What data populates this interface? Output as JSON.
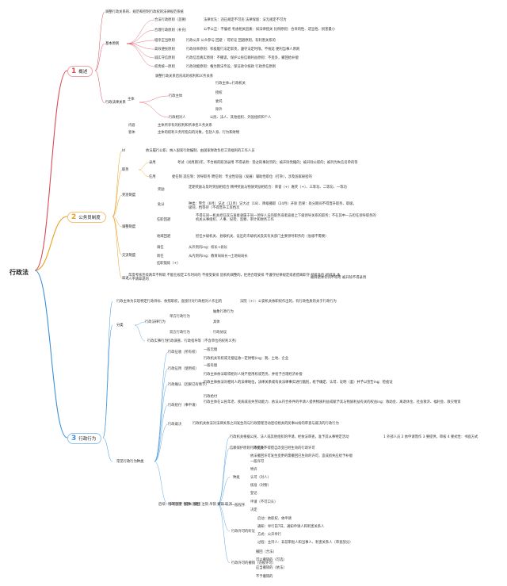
{
  "root": "行政法",
  "sections": [
    {
      "num": "1",
      "label": "概述",
      "color": "#d94a56"
    },
    {
      "num": "2",
      "label": "公务员制度",
      "color": "#e6a020"
    },
    {
      "num": "3",
      "label": "行政行为",
      "color": "#3a8fd8"
    }
  ],
  "texts": [
    "调整行政关系的、规范和控制行政权的法律规范系统",
    "基本原则",
    "合法行政原则（首要）",
    "法律优先：违已规定不可违 法律保留：法无规定不可为",
    "合理行政原则（补充）",
    "公平公正：不偏袒 考虑相关因素：如法律授关 比例原则：合目的性、适当性、损害最小",
    "程序正当原则",
    "行政公开 公众参与 回避 ：可听证 回避原则，有利害关系的",
    "高效便民原则",
    "行政效率原则：积极履行法定职责，遵守法定时限，不拖延 便利当事人原则",
    "诚实守信原则",
    "行政信息真实原则：不撒谎，保护公民信赖利益原则：不变卦，撤回给补偿",
    "权责统一原则",
    "行政效能原则：権为我法专设，保证政令统政 行政责任原则",
    "行政法律关系",
    "调整行政关系后形成的权利和义务关系",
    "主体",
    "行政主体",
    "行政主体=行政机关",
    "授权",
    "委托",
    "除外",
    "行政相对人",
    "公民、法人、其他组织、外国组织和个人",
    "内容",
    "主体所享有的权利和所承担义务关系",
    "客体",
    "主体的权利义务所指向的对象，包括人身、行为和财物",
    "Id",
    "依法履行公职、纳入国家行政编制、由国家财政负担工资福利的工作人员",
    "职务",
    "录用",
    "考试（试用期1年，不合格的取消录用 不得录用：受过刑事处罚的；被开除党籍的；被开除公职的；被列为失信名单的等",
    "任用",
    "委任制 选任制：领导职务 聘任制：专业性较强（发展）辅助性职位（打杂），涉及国家秘密的",
    "奖惩制度",
    "奖励",
    "定期奖励与及时奖励相结合 精神奖励与物质奖励相结合：荣誉（+）嘉奖（+）、三等功、二等功、一等功",
    "处分",
    "种类：警告（6月）记过（12月）记大过（18）、降级撤职（24月）开除 后果：处分期间不得晋升职务、职级，级别、档等待（不得晋升工资档次",
    "调整制度",
    "任职回避",
    "不得在同一机关担任双方直接隶属于同一领导人员的职务或者直接上下级领导关系的职务；不在其中一方担任领导职务的机关从事组织、人事、纪检、监察、审计和财务工作",
    "地域回避",
    "担任乡级机关、县级机关、设区的市级机关及其有关部门主要领导职务的（省级不需要）",
    "交流制度",
    "调任",
    "从外到内ing：校长→县长",
    "转任",
    "从内到内ing：教育局局长→土地局局长",
    "挂职锻炼（+）",
    "辞退",
    "年度考核连续两年不称职 不能在规定工作时间的 不接受安排 因机构调整的，拒绝合理安排 不遵守纪律规定或者擅离职守 经批准的 经批准 本人申请辞退的",
    "被辞退本年内不得考 被开除不得录用",
    "行政主体为实现特定行政目标、依照职权，直接针对行政相对人作出的",
    "法院（+）：公安机关依职权作出的，有行政性质的关于行政行为",
    "分类",
    "行政法律行为",
    "单方行政行为",
    "抽象行政行为",
    "具体",
    "双方行政行为",
    "行政协议",
    "行政实事行为",
    "行政调查、行政指导等（不含单位的权利义务）",
    "常见行政行为种类",
    "行政征收（所有权）",
    "一般无偿",
    "行政机关有权或无偿征收一定财物(ing：税、土地、企业",
    "行政征用（使用权）",
    "一般有偿",
    "行政主体依法取得相对人财产使用权或劳务，并给予合理经济补偿",
    "行政确认（因果已有情节）",
    "行政主体依法对相对人的法律地位，法律关系或有关法律事实进行甄别，给予确定、认可、证明（鉴）并予以宣告ing：检疫证",
    "行政给付（事申请）",
    "行政给付",
    "行政主体在公民年老、疾病或丧失劳动能力、依法从符合条件的申请人提供物质利益或赋予其与物质利益有关的权益ing：救助金、离退休金、社会救济、福利金、救灾物资",
    "行政裁决",
    "行政机关依法对法律关系之间发生的与行政管理活动密切相关的民事纠纷的审查与裁决的行政行为",
    "行政许可（提本无语）",
    "行政机关根据公民、法人或其他组织的申请，经依法审查，准予其从事特定活动",
    "1 外部人员 2 依申请而作 3 要提供，审核 4 要式性：书面方式",
    "信赖保护原则（不变卦）",
    "行政机关不得擅自改变已经生效的行政许可",
    "依法撤回许可发生变更的需撤回已生效的许可，造成损失应给予补偿",
    "种类",
    "一般许可",
    "特许",
    "认可（对人）",
    "核准（对物）",
    "登记",
    "一般程序",
    "申请（不可口头）",
    "决定",
    "行政许可的听证",
    "启动：依职权、依申请",
    "通知：举行前7日，通知申请人和利害关系人",
    "方式：公开举行",
    "过程：主持人：非前审批人和当事人、利害关系人（审查部分）",
    "行政许可的撤销（违规许可）",
    "撤回（合法）",
    "可以撤销的（可选）",
    "应当撤销的（依法）",
    "不予撤销的",
    "后续：许可变更 暂停：撤回 注销 吊销 撤销 取消"
  ]
}
